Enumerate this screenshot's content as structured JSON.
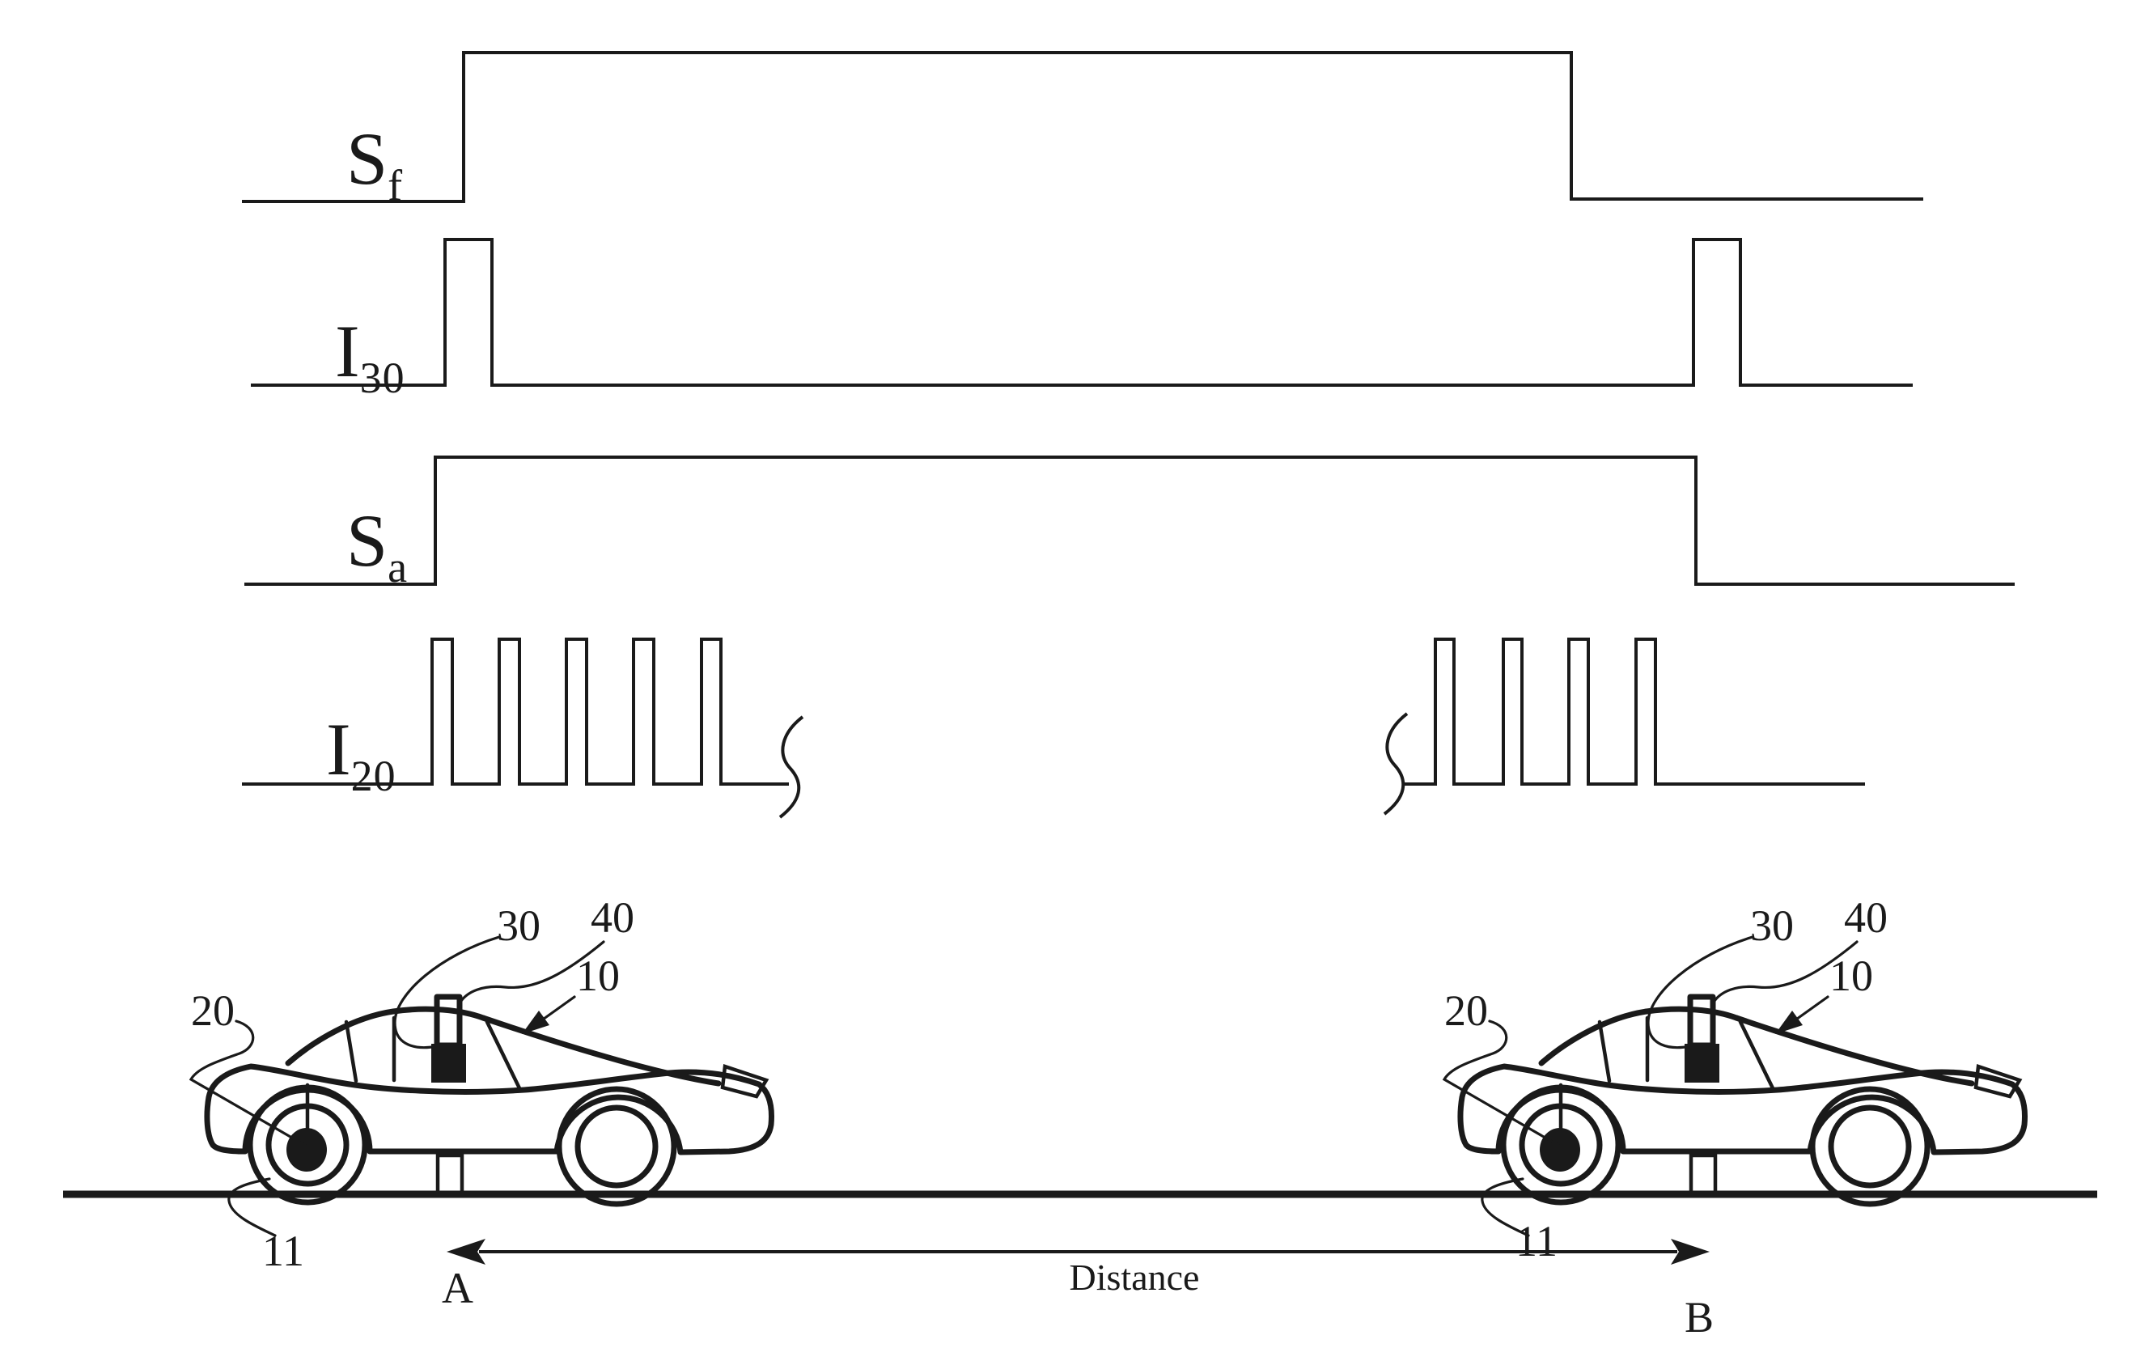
{
  "figure": {
    "title_hint": "patent-style timing diagram with two vehicles",
    "colors": {
      "ink": "#1a1a1a",
      "background": "#ffffff"
    },
    "signals": {
      "sf": {
        "main": "S",
        "sub": "f"
      },
      "i30": {
        "main": "I",
        "sub": "30"
      },
      "sa": {
        "main": "S",
        "sub": "a"
      },
      "i20": {
        "main": "I",
        "sub": "20"
      }
    },
    "cars": {
      "left": {
        "ref20": "20",
        "ref30": "30",
        "ref40": "40",
        "ref10": "10",
        "ref11": "11",
        "point": "A"
      },
      "right": {
        "ref20": "20",
        "ref30": "30",
        "ref40": "40",
        "ref10": "10",
        "ref11": "11",
        "point": "B"
      }
    },
    "distance_label": "Distance"
  }
}
